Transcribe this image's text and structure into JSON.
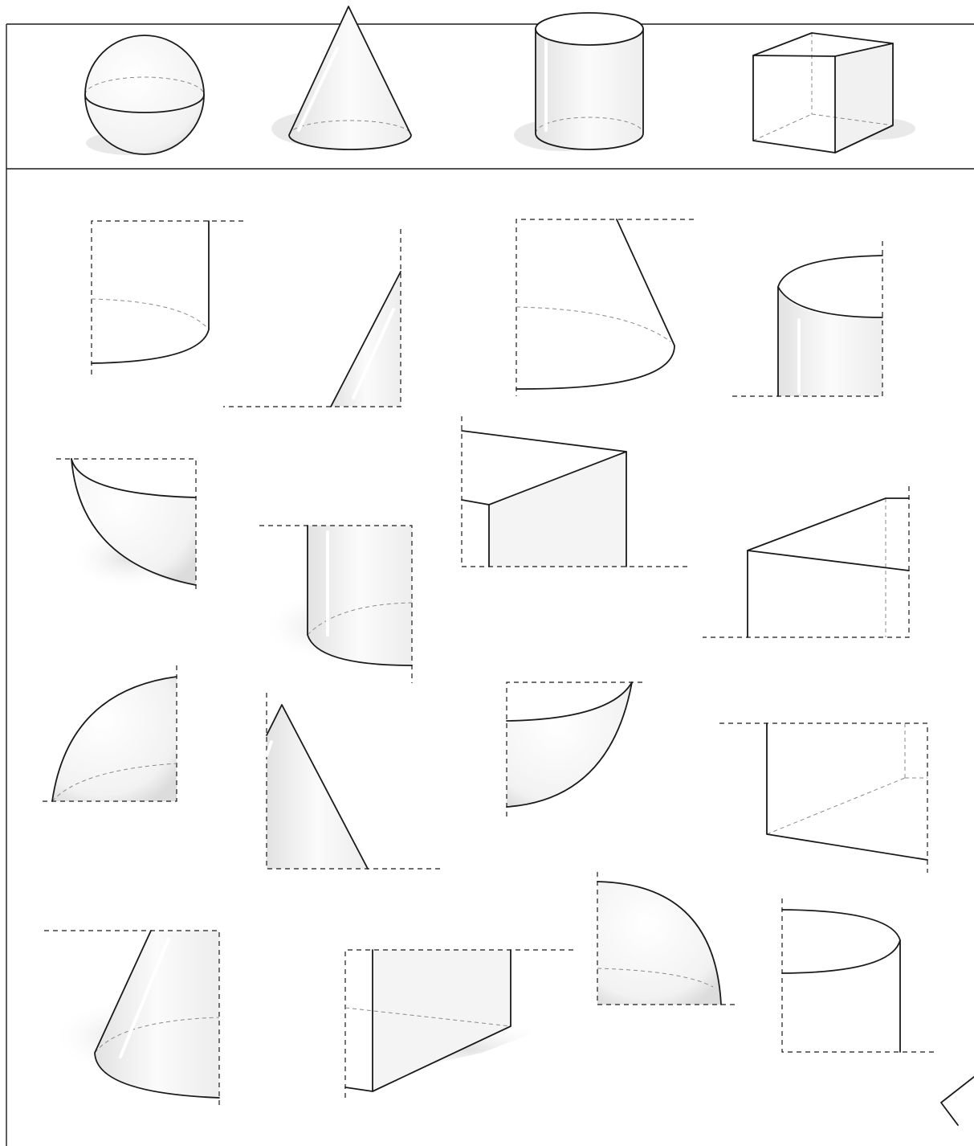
{
  "worksheet": {
    "reference_shapes": [
      "sphere-icon",
      "cone-icon",
      "cylinder-icon",
      "cube-icon"
    ],
    "fragments": [
      "cylinder-quarter-fragment",
      "cone-slice-fragment",
      "cone-half-fragment",
      "cylinder-half-fragment",
      "sphere-octant-fragment",
      "cube-half-fragment",
      "cylinder-quarter-fragment",
      "cube-wedge-fragment",
      "sphere-quarter-fragment",
      "cone-slice-fragment",
      "sphere-bowl-fragment",
      "cube-half-fragment",
      "cone-quarter-fragment",
      "cube-slab-fragment",
      "sphere-quarter-fragment",
      "cylinder-half-fragment"
    ],
    "colors": {
      "ink": "#1a1a1a",
      "hidden_line": "#8a8a8a",
      "shade": "#e9e9e9",
      "paper": "#ffffff"
    },
    "corner_icon": "triangle-corner-icon"
  }
}
